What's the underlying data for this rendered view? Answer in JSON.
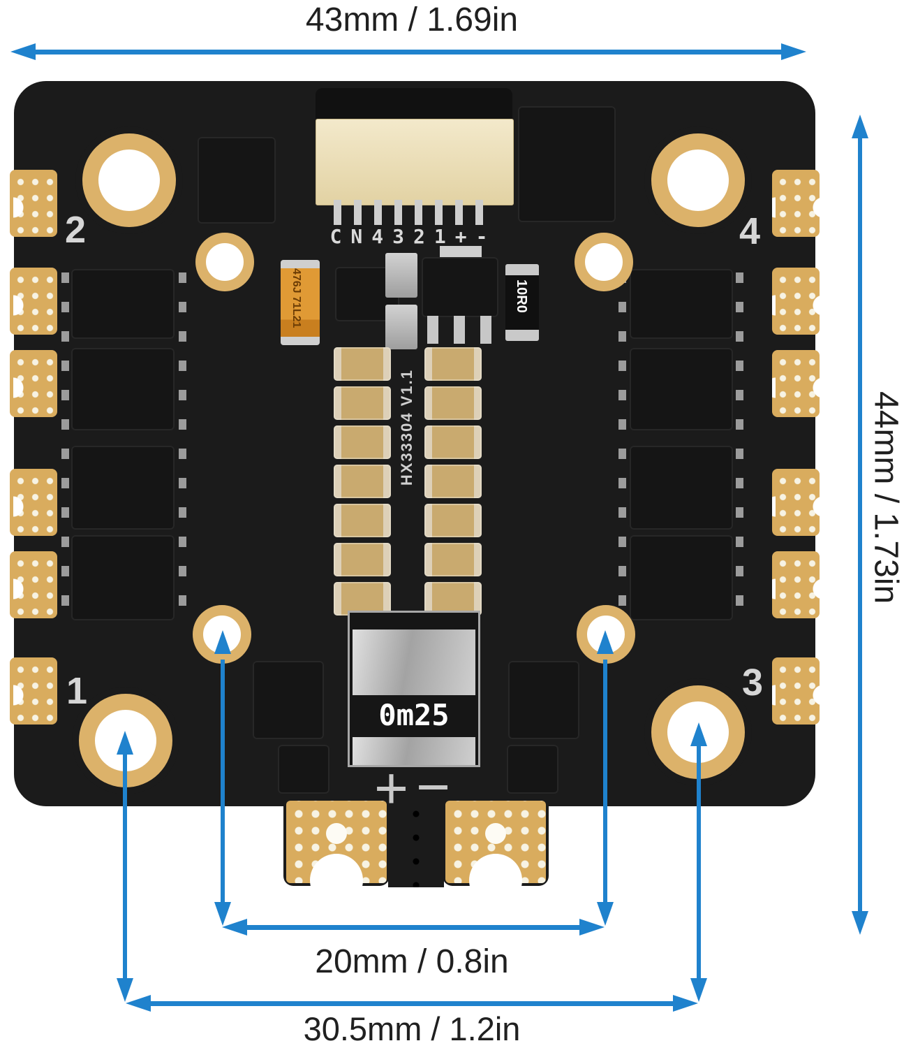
{
  "dimensions": {
    "top": "43mm / 1.69in",
    "right": "44mm / 1.73in",
    "inner_holes": "20mm / 0.8in",
    "outer_holes": "30.5mm / 1.2in"
  },
  "board": {
    "connector_silkscreen": "CN4321+-",
    "motor_numbers": {
      "top_left": "2",
      "top_right": "4",
      "bottom_left": "1",
      "bottom_right": "3"
    },
    "center_silkscreen": "HX33304 V1.1",
    "shunt_label": "0m25",
    "capacitor_label": "476J 71L21",
    "resistor_label": "10R0",
    "power_plus": "+",
    "power_minus": "−"
  },
  "colors": {
    "dimension_blue": "#1f82cd",
    "board_black": "#1b1b1b",
    "pad_gold": "#d9ac5e",
    "connector_cream": "#efe2bd"
  }
}
